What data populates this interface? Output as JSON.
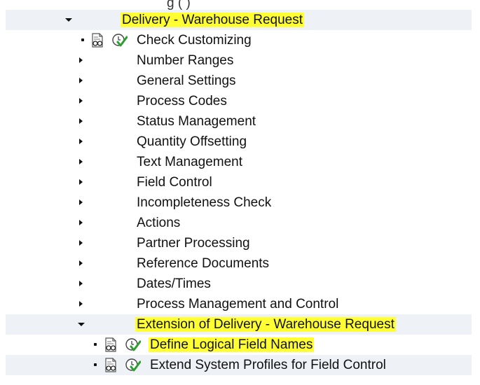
{
  "tree": {
    "partial_top_text": "g ( )",
    "items": [
      {
        "label": "Delivery - Warehouse Request",
        "level": 0,
        "expanded": true,
        "highlighted": true
      },
      {
        "label": "Check Customizing",
        "level": 1,
        "activity": true
      },
      {
        "label": "Number Ranges",
        "level": 1
      },
      {
        "label": "General Settings",
        "level": 1
      },
      {
        "label": "Process Codes",
        "level": 1
      },
      {
        "label": "Status Management",
        "level": 1
      },
      {
        "label": "Quantity Offsetting",
        "level": 1
      },
      {
        "label": "Text Management",
        "level": 1
      },
      {
        "label": "Field Control",
        "level": 1
      },
      {
        "label": "Incompleteness Check",
        "level": 1
      },
      {
        "label": "Actions",
        "level": 1
      },
      {
        "label": "Partner Processing",
        "level": 1
      },
      {
        "label": "Reference Documents",
        "level": 1
      },
      {
        "label": "Dates/Times",
        "level": 1
      },
      {
        "label": "Process Management and Control",
        "level": 1
      },
      {
        "label": "Extension of Delivery - Warehouse Request",
        "level": 1,
        "expanded": true,
        "highlighted": true
      },
      {
        "label": "Define Logical Field Names",
        "level": 2,
        "activity": true,
        "highlighted": true
      },
      {
        "label": "Extend System Profiles for Field Control",
        "level": 2,
        "activity": true
      }
    ]
  },
  "colors": {
    "highlight": "#ffff33",
    "row_alt": "#eef2f7",
    "check_green": "#2e9e2e"
  },
  "icons": {
    "expanded": "triangle-down-icon",
    "collapsed": "triangle-right-icon",
    "leaf": "bullet-icon",
    "documentation": "documentation-glasses-icon",
    "execute": "execute-clock-check-icon"
  }
}
